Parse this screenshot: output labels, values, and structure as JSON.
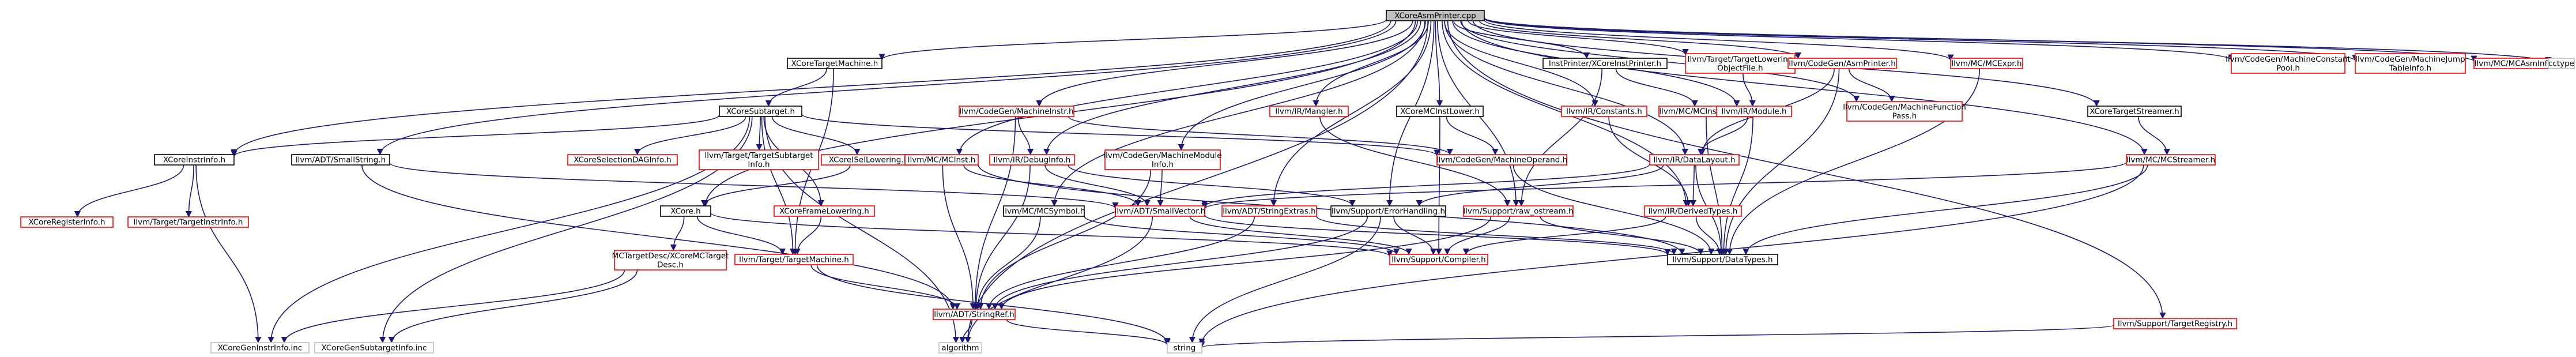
{
  "colors": {
    "edge": "#191970",
    "node_border_black": "#000000",
    "node_border_red": "#ff0000",
    "node_border_gray": "#bfbfbf",
    "root_fill": "#bfbfbf",
    "node_fill": "#ffffff"
  },
  "graph": {
    "nodes": [
      {
        "id": "root",
        "label": "XCoreAsmPrinter.cpp",
        "style": "root"
      },
      {
        "id": "xcore_target_machine",
        "label": "XCoreTargetMachine.h",
        "style": "black"
      },
      {
        "id": "xcore_subtarget",
        "label": "XCoreSubtarget.h",
        "style": "black"
      },
      {
        "id": "xcore_instr_info",
        "label": "XCoreInstrInfo.h",
        "style": "black"
      },
      {
        "id": "xcore_register_info",
        "label": "XCoreRegisterInfo.h",
        "style": "red"
      },
      {
        "id": "target_instr_info",
        "label": "llvm/Target/TargetInstrInfo.h",
        "style": "red"
      },
      {
        "id": "gen_instr_info",
        "label": "XCoreGenInstrInfo.inc",
        "style": "gray"
      },
      {
        "id": "small_string",
        "label": "llvm/ADT/SmallString.h",
        "style": "black"
      },
      {
        "id": "selection_dag",
        "label": "XCoreSelectionDAGInfo.h",
        "style": "red"
      },
      {
        "id": "target_subtarget",
        "label": "llvm/Target/TargetSubtarget\nInfo.h",
        "style": "red"
      },
      {
        "id": "xcore_isel",
        "label": "XCoreISelLowering.h",
        "style": "red"
      },
      {
        "id": "xcore_h",
        "label": "XCore.h",
        "style": "black"
      },
      {
        "id": "frame_lowering",
        "label": "XCoreFrameLowering.h",
        "style": "red"
      },
      {
        "id": "mc_target_desc",
        "label": "MCTargetDesc/XCoreMCTarget\nDesc.h",
        "style": "red"
      },
      {
        "id": "gen_subtarget",
        "label": "XCoreGenSubtargetInfo.inc",
        "style": "gray"
      },
      {
        "id": "target_machine",
        "label": "llvm/Target/TargetMachine.h",
        "style": "red"
      },
      {
        "id": "algorithm",
        "label": "algorithm",
        "style": "gray"
      },
      {
        "id": "codegen_machine_instr",
        "label": "llvm/CodeGen/MachineInstr.h",
        "style": "red"
      },
      {
        "id": "mc_inst",
        "label": "llvm/MC/MCInst.h",
        "style": "red"
      },
      {
        "id": "debug_info",
        "label": "llvm/IR/DebugInfo.h",
        "style": "red"
      },
      {
        "id": "codegen_machine_module",
        "label": "llvm/CodeGen/MachineModule\nInfo.h",
        "style": "red"
      },
      {
        "id": "mc_symbol",
        "label": "llvm/MC/MCSymbol.h",
        "style": "black"
      },
      {
        "id": "small_vector",
        "label": "llvm/ADT/SmallVector.h",
        "style": "red"
      },
      {
        "id": "string_extras",
        "label": "llvm/ADT/StringExtras.h",
        "style": "red"
      },
      {
        "id": "string_ref",
        "label": "llvm/ADT/StringRef.h",
        "style": "red"
      },
      {
        "id": "string",
        "label": "string",
        "style": "gray"
      },
      {
        "id": "ir_mangler",
        "label": "llvm/IR/Mangler.h",
        "style": "red"
      },
      {
        "id": "xcore_mcinst_lower",
        "label": "XCoreMCInstLower.h",
        "style": "black"
      },
      {
        "id": "error_handling",
        "label": "llvm/Support/ErrorHandling.h",
        "style": "black"
      },
      {
        "id": "machine_operand",
        "label": "llvm/CodeGen/MachineOperand.h",
        "style": "red"
      },
      {
        "id": "raw_ostream",
        "label": "llvm/Support/raw_ostream.h",
        "style": "red"
      },
      {
        "id": "compiler",
        "label": "llvm/Support/Compiler.h",
        "style": "red"
      },
      {
        "id": "inst_printer",
        "label": "InstPrinter/XCoreInstPrinter.h",
        "style": "black"
      },
      {
        "id": "ir_constants",
        "label": "llvm/IR/Constants.h",
        "style": "red"
      },
      {
        "id": "mc_inst_printer",
        "label": "llvm/MC/MCInstPrinter.h",
        "style": "red"
      },
      {
        "id": "target_lowering_obj",
        "label": "llvm/Target/TargetLowering\nObjectFile.h",
        "style": "red"
      },
      {
        "id": "ir_module",
        "label": "llvm/IR/Module.h",
        "style": "red"
      },
      {
        "id": "data_layout",
        "label": "llvm/IR/DataLayout.h",
        "style": "red"
      },
      {
        "id": "derived_types",
        "label": "llvm/IR/DerivedTypes.h",
        "style": "red"
      },
      {
        "id": "data_types",
        "label": "llvm/Support/DataTypes.h",
        "style": "black"
      },
      {
        "id": "asm_printer",
        "label": "llvm/CodeGen/AsmPrinter.h",
        "style": "red"
      },
      {
        "id": "machine_function_pass",
        "label": "llvm/CodeGen/MachineFunction\nPass.h",
        "style": "red"
      },
      {
        "id": "mc_expr",
        "label": "llvm/MC/MCExpr.h",
        "style": "red"
      },
      {
        "id": "target_streamer",
        "label": "XCoreTargetStreamer.h",
        "style": "black"
      },
      {
        "id": "mc_streamer",
        "label": "llvm/MC/MCStreamer.h",
        "style": "red"
      },
      {
        "id": "target_registry",
        "label": "llvm/Support/TargetRegistry.h",
        "style": "red"
      },
      {
        "id": "machine_constant_pool",
        "label": "llvm/CodeGen/MachineConstant\nPool.h",
        "style": "red"
      },
      {
        "id": "machine_jump_table",
        "label": "llvm/CodeGen/MachineJump\nTableInfo.h",
        "style": "red"
      },
      {
        "id": "mc_asm_info",
        "label": "llvm/MC/MCAsmInfo.h",
        "style": "red"
      },
      {
        "id": "cctype",
        "label": "cctype",
        "style": "gray"
      }
    ],
    "edges": [
      [
        "root",
        "xcore_instr_info"
      ],
      [
        "root",
        "xcore_target_machine"
      ],
      [
        "root",
        "small_string"
      ],
      [
        "root",
        "xcore_h"
      ],
      [
        "root",
        "codegen_machine_instr"
      ],
      [
        "root",
        "debug_info"
      ],
      [
        "root",
        "codegen_machine_module"
      ],
      [
        "root",
        "mc_inst"
      ],
      [
        "root",
        "mc_symbol"
      ],
      [
        "root",
        "ir_mangler"
      ],
      [
        "root",
        "xcore_mcinst_lower"
      ],
      [
        "root",
        "error_handling"
      ],
      [
        "root",
        "inst_printer"
      ],
      [
        "root",
        "target_lowering_obj"
      ],
      [
        "root",
        "ir_constants"
      ],
      [
        "root",
        "asm_printer"
      ],
      [
        "root",
        "ir_module"
      ],
      [
        "root",
        "data_layout"
      ],
      [
        "root",
        "derived_types"
      ],
      [
        "root",
        "machine_function_pass"
      ],
      [
        "root",
        "mc_expr"
      ],
      [
        "root",
        "target_streamer"
      ],
      [
        "root",
        "mc_streamer"
      ],
      [
        "root",
        "target_registry"
      ],
      [
        "root",
        "machine_constant_pool"
      ],
      [
        "root",
        "machine_jump_table"
      ],
      [
        "root",
        "mc_asm_info"
      ],
      [
        "root",
        "cctype"
      ],
      [
        "root",
        "raw_ostream"
      ],
      [
        "root",
        "string_extras"
      ],
      [
        "root",
        "algorithm"
      ],
      [
        "xcore_target_machine",
        "xcore_subtarget"
      ],
      [
        "xcore_target_machine",
        "target_machine"
      ],
      [
        "xcore_subtarget",
        "xcore_instr_info"
      ],
      [
        "xcore_subtarget",
        "selection_dag"
      ],
      [
        "xcore_subtarget",
        "target_subtarget"
      ],
      [
        "xcore_subtarget",
        "xcore_isel"
      ],
      [
        "xcore_subtarget",
        "frame_lowering"
      ],
      [
        "xcore_subtarget",
        "gen_subtarget"
      ],
      [
        "xcore_subtarget",
        "machine_operand"
      ],
      [
        "xcore_subtarget",
        "gen_instr_info"
      ],
      [
        "xcore_subtarget",
        "target_machine"
      ],
      [
        "xcore_subtarget",
        "algorithm"
      ],
      [
        "xcore_instr_info",
        "xcore_register_info"
      ],
      [
        "xcore_instr_info",
        "target_instr_info"
      ],
      [
        "xcore_instr_info",
        "gen_instr_info"
      ],
      [
        "small_string",
        "small_vector"
      ],
      [
        "small_string",
        "string_ref"
      ],
      [
        "xcore_isel",
        "xcore_h"
      ],
      [
        "xcore_h",
        "mc_target_desc"
      ],
      [
        "xcore_h",
        "target_machine"
      ],
      [
        "xcore_h",
        "compiler"
      ],
      [
        "mc_target_desc",
        "gen_instr_info"
      ],
      [
        "mc_target_desc",
        "gen_subtarget"
      ],
      [
        "frame_lowering",
        "target_machine"
      ],
      [
        "target_machine",
        "string_ref"
      ],
      [
        "target_machine",
        "string"
      ],
      [
        "codegen_machine_instr",
        "debug_info"
      ],
      [
        "codegen_machine_instr",
        "string_ref"
      ],
      [
        "codegen_machine_instr",
        "machine_operand"
      ],
      [
        "mc_inst",
        "small_vector"
      ],
      [
        "mc_inst",
        "string_ref"
      ],
      [
        "mc_inst",
        "data_types"
      ],
      [
        "debug_info",
        "small_vector"
      ],
      [
        "debug_info",
        "string_ref"
      ],
      [
        "debug_info",
        "error_handling"
      ],
      [
        "codegen_machine_module",
        "small_vector"
      ],
      [
        "codegen_machine_module",
        "string_ref"
      ],
      [
        "mc_symbol",
        "string_ref"
      ],
      [
        "mc_symbol",
        "compiler"
      ],
      [
        "small_vector",
        "algorithm"
      ],
      [
        "small_vector",
        "compiler"
      ],
      [
        "small_vector",
        "data_types"
      ],
      [
        "string_extras",
        "string_ref"
      ],
      [
        "string_extras",
        "data_types"
      ],
      [
        "string_ref",
        "algorithm"
      ],
      [
        "string_ref",
        "string"
      ],
      [
        "ir_mangler",
        "raw_ostream"
      ],
      [
        "xcore_mcinst_lower",
        "machine_operand"
      ],
      [
        "xcore_mcinst_lower",
        "compiler"
      ],
      [
        "error_handling",
        "string_ref"
      ],
      [
        "error_handling",
        "compiler"
      ],
      [
        "error_handling",
        "string"
      ],
      [
        "raw_ostream",
        "string_ref"
      ],
      [
        "raw_ostream",
        "compiler"
      ],
      [
        "raw_ostream",
        "data_types"
      ],
      [
        "machine_operand",
        "data_types"
      ],
      [
        "inst_printer",
        "mc_inst_printer"
      ],
      [
        "inst_printer",
        "raw_ostream"
      ],
      [
        "ir_constants",
        "derived_types"
      ],
      [
        "mc_inst_printer",
        "data_types"
      ],
      [
        "target_lowering_obj",
        "ir_module"
      ],
      [
        "ir_module",
        "data_layout"
      ],
      [
        "ir_module",
        "data_types"
      ],
      [
        "data_layout",
        "small_vector"
      ],
      [
        "data_layout",
        "derived_types"
      ],
      [
        "data_layout",
        "data_types"
      ],
      [
        "data_layout",
        "error_handling"
      ],
      [
        "derived_types",
        "compiler"
      ],
      [
        "derived_types",
        "data_types"
      ],
      [
        "asm_printer",
        "machine_function_pass"
      ],
      [
        "asm_printer",
        "data_layout"
      ],
      [
        "asm_printer",
        "data_types"
      ],
      [
        "mc_expr",
        "data_types"
      ],
      [
        "target_streamer",
        "mc_streamer"
      ],
      [
        "mc_streamer",
        "small_vector"
      ],
      [
        "mc_streamer",
        "data_types"
      ],
      [
        "mc_streamer",
        "string"
      ],
      [
        "target_registry",
        "string"
      ]
    ]
  }
}
